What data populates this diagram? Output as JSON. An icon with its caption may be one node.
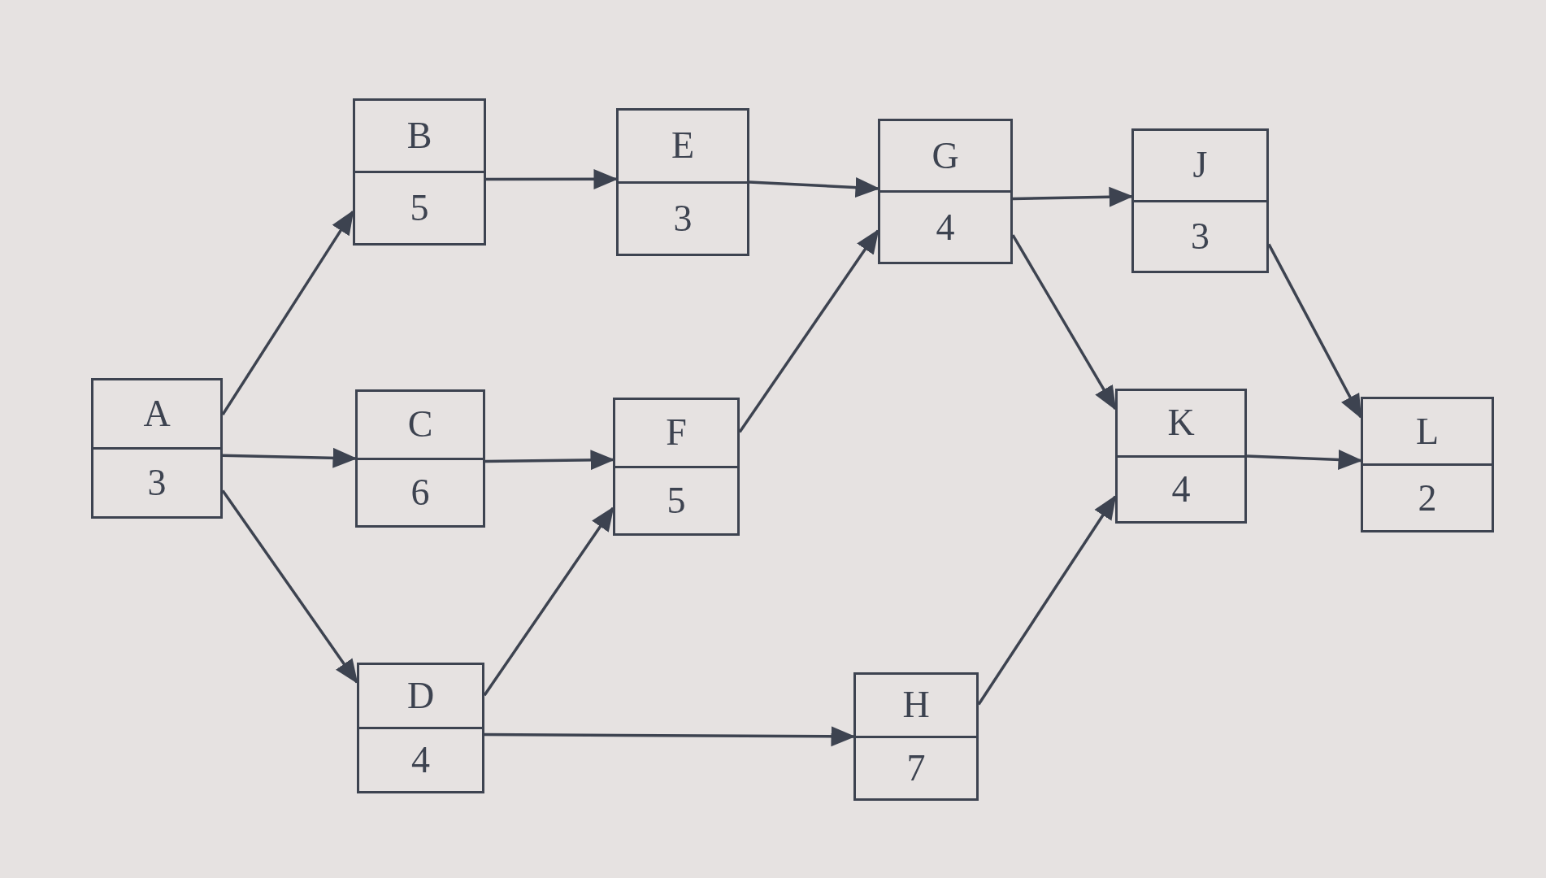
{
  "diagram": {
    "nodes": [
      {
        "text": [
          "A",
          "3"
        ]
      },
      {
        "text": [
          "B",
          "5"
        ]
      },
      {
        "text": [
          "C",
          "6"
        ]
      },
      {
        "text": [
          "D",
          "4"
        ]
      },
      {
        "text": [
          "E",
          "3"
        ]
      },
      {
        "text": [
          "F",
          "5"
        ]
      },
      {
        "text": [
          "G",
          "4"
        ]
      },
      {
        "text": [
          "H",
          "7"
        ]
      },
      {
        "text": [
          "J",
          "3"
        ]
      },
      {
        "text": [
          "K",
          "4"
        ]
      },
      {
        "text": [
          "L",
          "2"
        ]
      }
    ],
    "edges": [
      {
        "from": 0,
        "to": 1,
        "arrow": "to"
      },
      {
        "from": 0,
        "to": 2,
        "arrow": "to"
      },
      {
        "from": 0,
        "to": 3,
        "arrow": "to"
      },
      {
        "from": 1,
        "to": 4,
        "arrow": "to"
      },
      {
        "from": 2,
        "to": 5,
        "arrow": "to"
      },
      {
        "from": 3,
        "to": 5,
        "arrow": "to"
      },
      {
        "from": 3,
        "to": 7,
        "arrow": "to"
      },
      {
        "from": 4,
        "to": 6,
        "arrow": "to"
      },
      {
        "from": 5,
        "to": 6,
        "arrow": "to"
      },
      {
        "from": 6,
        "to": 8,
        "arrow": "to"
      },
      {
        "from": 6,
        "to": 9,
        "arrow": "to"
      },
      {
        "from": 7,
        "to": 9,
        "arrow": "to"
      },
      {
        "from": 8,
        "to": 10,
        "arrow": "to"
      },
      {
        "from": 9,
        "to": 10,
        "arrow": "to"
      }
    ]
  }
}
